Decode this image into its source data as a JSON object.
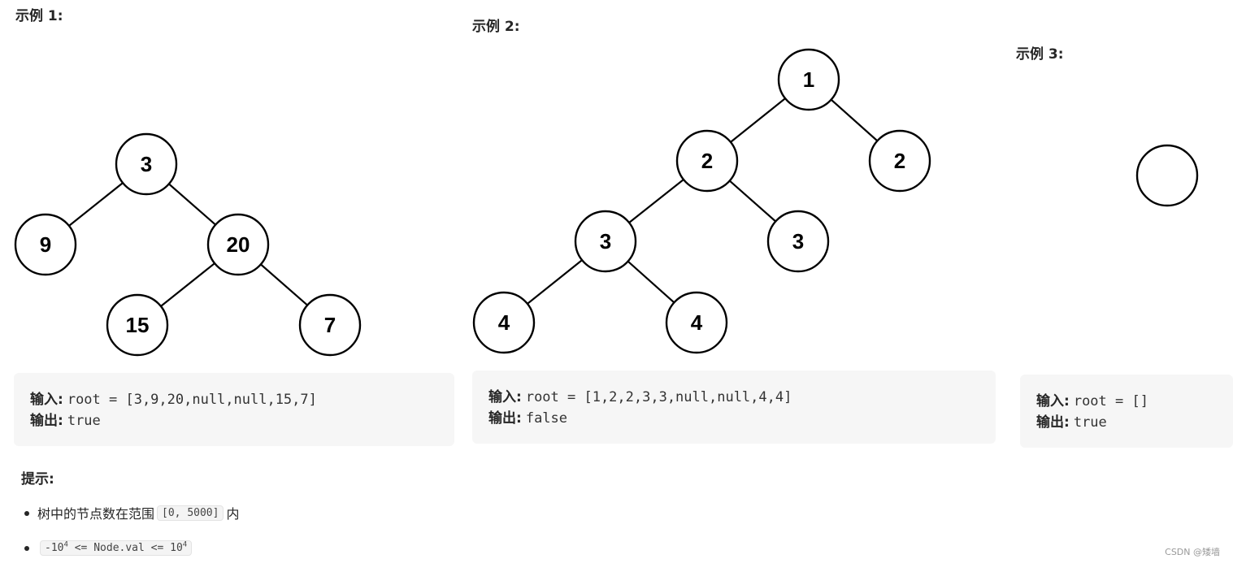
{
  "examples": [
    {
      "title": "示例 1:",
      "nodes": [
        "3",
        "9",
        "20",
        "15",
        "7"
      ],
      "input_label": "输入:",
      "input_value": "root = [3,9,20,null,null,15,7]",
      "output_label": "输出:",
      "output_value": "true"
    },
    {
      "title": "示例 2:",
      "nodes": [
        "1",
        "2",
        "2",
        "3",
        "3",
        "4",
        "4"
      ],
      "input_label": "输入:",
      "input_value": "root = [1,2,2,3,3,null,null,4,4]",
      "output_label": "输出:",
      "output_value": "false"
    },
    {
      "title": "示例 3:",
      "nodes": [
        ""
      ],
      "input_label": "输入:",
      "input_value": "root = []",
      "output_label": "输出:",
      "output_value": "true"
    }
  ],
  "hints": {
    "title": "提示:",
    "items": [
      {
        "prefix": "树中的节点数在范围",
        "code": "[0, 5000]",
        "suffix": "内"
      },
      {
        "code_a": "-10",
        "sup_a": "4",
        "code_b": " <= Node.val <= 10",
        "sup_b": "4"
      }
    ]
  },
  "watermark": "CSDN @矮墙"
}
